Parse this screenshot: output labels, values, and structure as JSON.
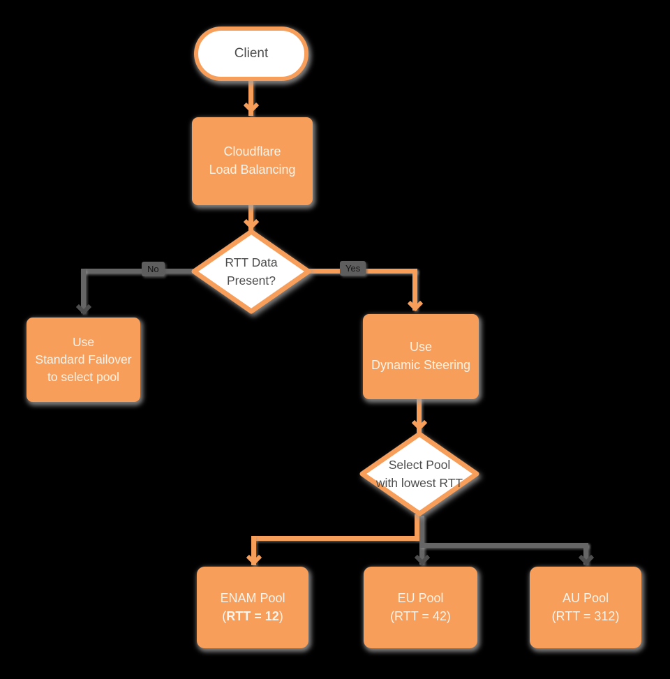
{
  "diagram": {
    "title": "Cloudflare Load Balancing dynamic steering flowchart",
    "colors": {
      "orange": "#F79E5B",
      "connector_gray": "#666666",
      "arrow_dark_gray": "#4E4E4E",
      "node_text_light": "#FBF4EA",
      "node_text_dark": "#4D4D4D",
      "node_fill_white": "#FFFFFF",
      "label_bg": "#5E5E5E",
      "label_text": "#141414",
      "shadow": "#9E9E9E",
      "background": "#000000"
    },
    "nodes": {
      "client": {
        "label": "Client"
      },
      "load_balancing": {
        "line1": "Cloudflare",
        "line2": "Load Balancing"
      },
      "rtt_decision": {
        "line1": "RTT Data",
        "line2": "Present?"
      },
      "standard_failover": {
        "line1": "Use",
        "line2": "Standard Failover",
        "line3": "to select pool"
      },
      "dynamic_steering": {
        "line1": "Use",
        "line2": "Dynamic Steering"
      },
      "select_pool": {
        "line1": "Select Pool",
        "line2": "with lowest RTT"
      },
      "enam_pool": {
        "line1": "ENAM Pool",
        "paren_open": "(",
        "rtt_bold": "RTT = 12",
        "paren_close": ")"
      },
      "eu_pool": {
        "line1": "EU Pool",
        "line2": "(RTT = 42)"
      },
      "au_pool": {
        "line1": "AU Pool",
        "line2": "(RTT = 312)"
      }
    },
    "edge_labels": {
      "no": "No",
      "yes": "Yes"
    }
  }
}
